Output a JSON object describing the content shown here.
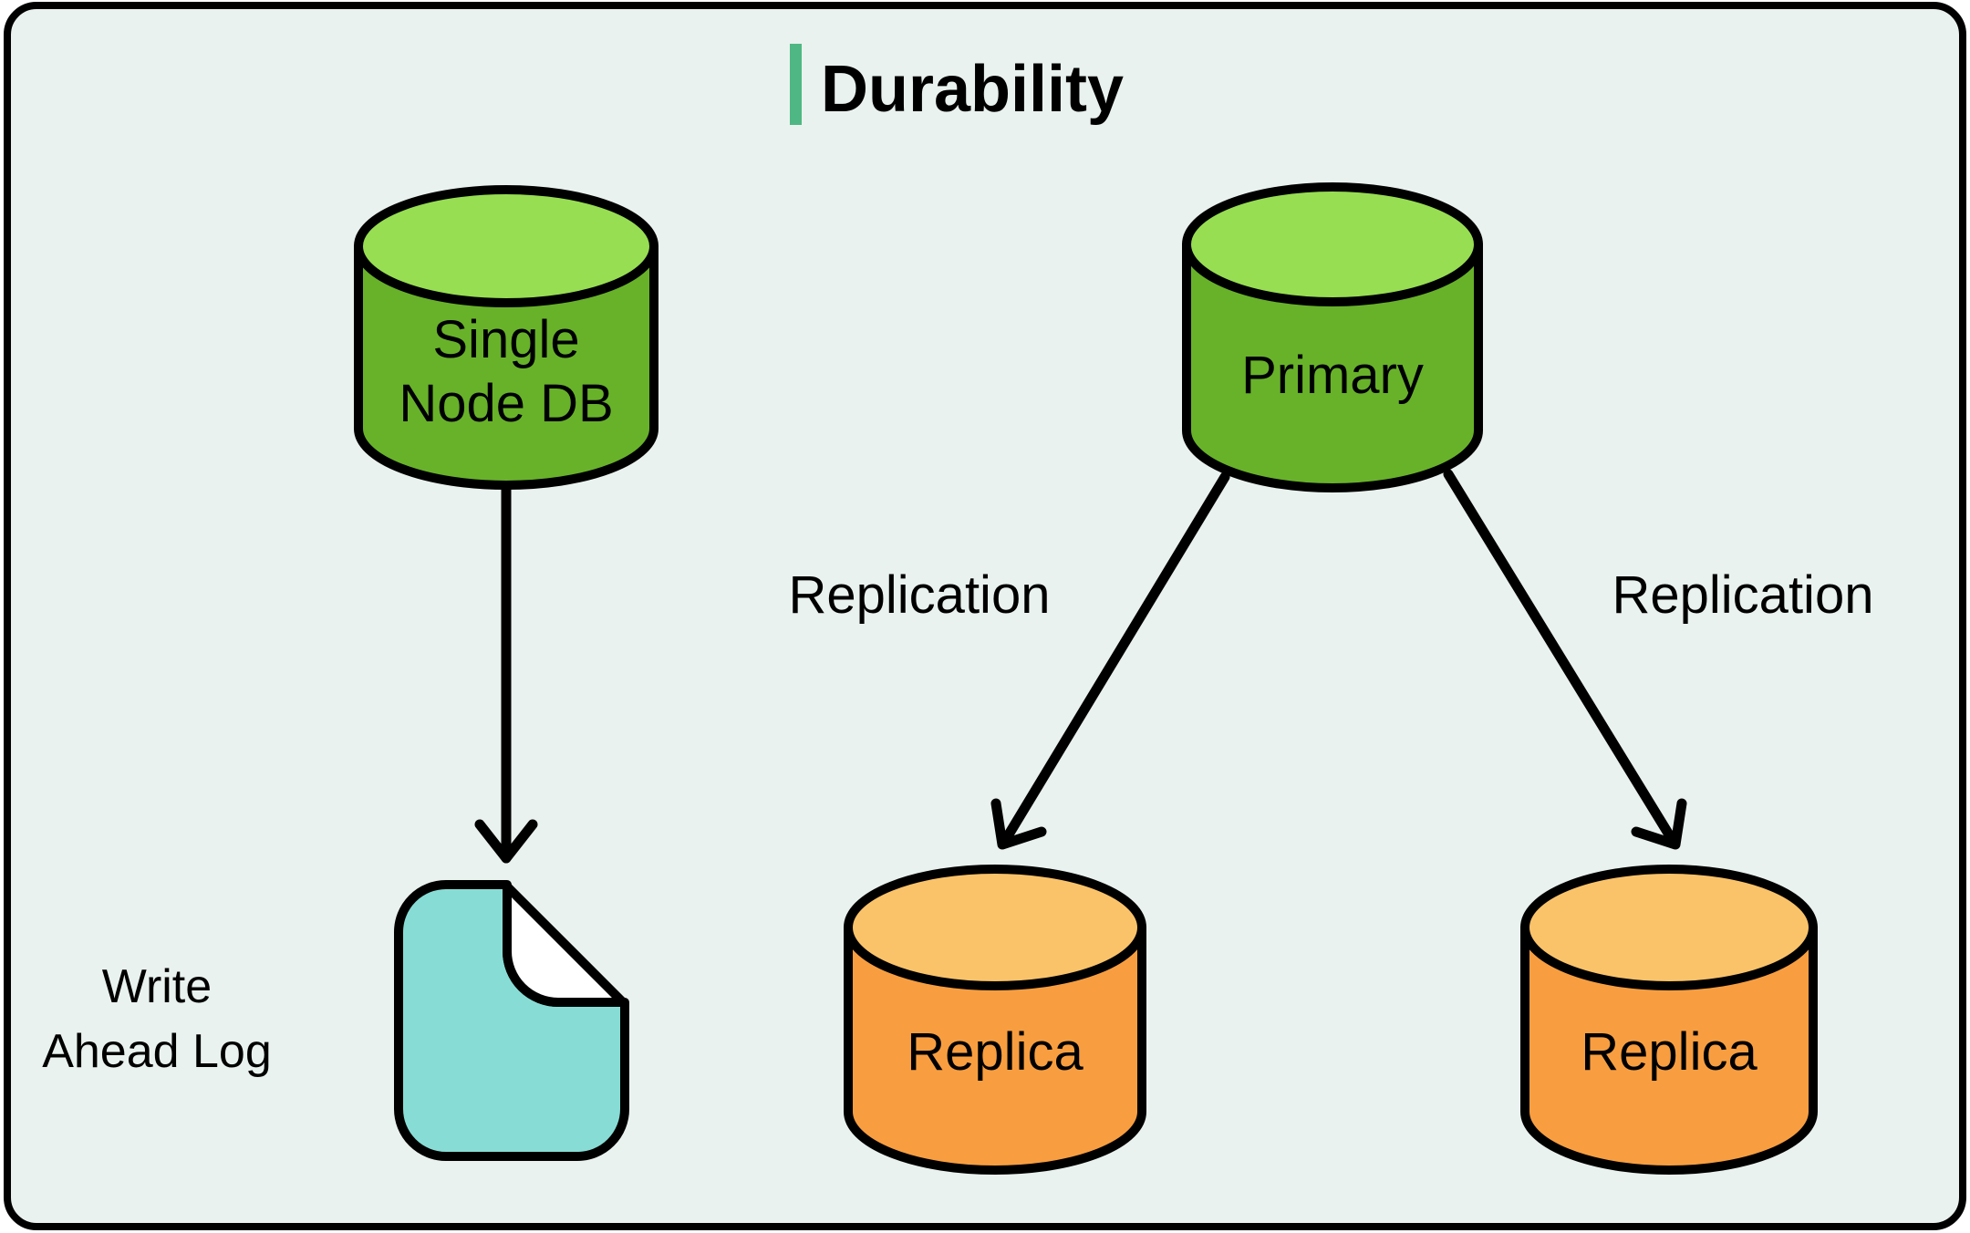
{
  "diagram": {
    "title": "Durability",
    "left_flow": {
      "db_label_line1": "Single",
      "db_label_line2": "Node DB",
      "wal_label_line1": "Write",
      "wal_label_line2": "Ahead Log"
    },
    "right_flow": {
      "primary_label": "Primary",
      "replica_left_label": "Replica",
      "replica_right_label": "Replica",
      "replication_left_label": "Replication",
      "replication_right_label": "Replication"
    },
    "colors": {
      "accent": "#4FB783",
      "canvas_bg": "#E9F2EE",
      "outline": "#000000",
      "db_green_body": "#68B22A",
      "db_green_top": "#97DE52",
      "replica_orange_body": "#F89E40",
      "replica_orange_top": "#FBC369",
      "wal_cyan": "#87DDD5",
      "wal_fold_white": "#FFFFFF"
    }
  }
}
